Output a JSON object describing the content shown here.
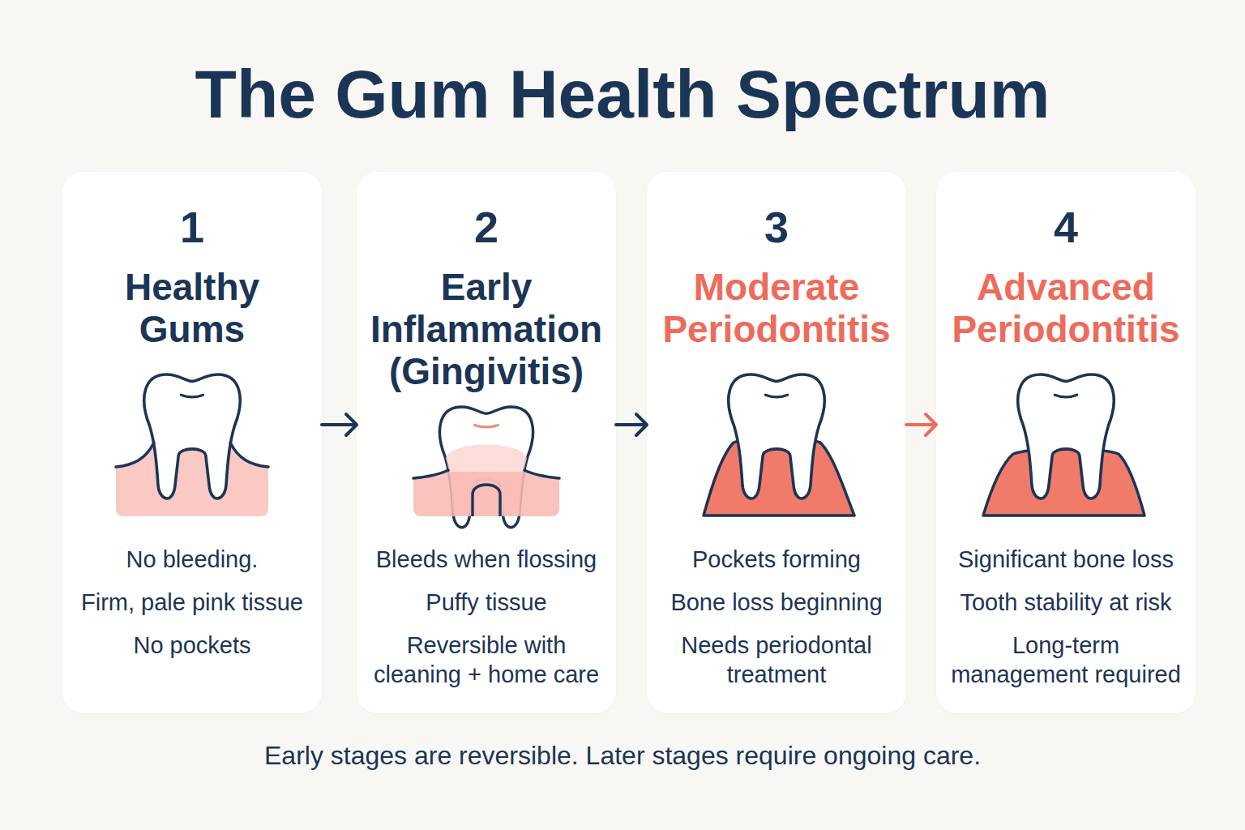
{
  "diagram": {
    "title": "The Gum Health Spectrum",
    "caption": "Early stages are reversible. Later stages require ongoing care.",
    "nodes": [
      {
        "text": [
          "1",
          "Healthy Gums",
          "No bleeding.",
          "Firm, pale pink tissue",
          "No pockets"
        ]
      },
      {
        "text": [
          "2",
          "Early Inflammation (Gingivitis)",
          "Bleeds when flossing",
          "Puffy tissue",
          "Reversible with cleaning + home care"
        ]
      },
      {
        "text": [
          "3",
          "Moderate Periodontitis",
          "Pockets forming",
          "Bone loss beginning",
          "Needs periodontal treatment"
        ]
      },
      {
        "text": [
          "4",
          "Advanced Periodontitis",
          "Significant bone loss",
          "Tooth stability at risk",
          "Long-term management required"
        ]
      }
    ],
    "edges": [
      {
        "from": 0,
        "to": 1,
        "arrow": "to"
      },
      {
        "from": 1,
        "to": 2,
        "arrow": "to"
      },
      {
        "from": 2,
        "to": 3,
        "arrow": "to"
      }
    ]
  }
}
